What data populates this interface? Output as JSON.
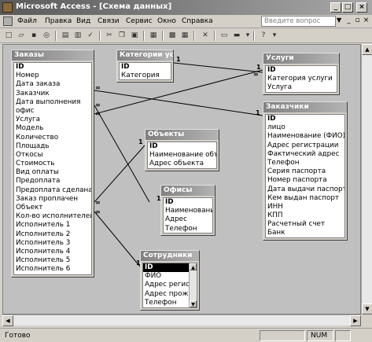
{
  "window": {
    "title": "Microsoft Access - [Схема данных]"
  },
  "menu": {
    "items": [
      "Файл",
      "Правка",
      "Вид",
      "Связи",
      "Сервис",
      "Окно",
      "Справка"
    ],
    "ask_placeholder": "Введите вопрос"
  },
  "tables": {
    "orders": {
      "title": "Заказы",
      "fields": [
        "ID",
        "Номер",
        "Дата заказа",
        "Заказчик",
        "Дата выполнения",
        "офис",
        "Услуга",
        "Модель",
        "Количество",
        "Площадь",
        "Откосы",
        "Стоимость",
        "Вид оплаты",
        "Предоплата",
        "Предоплата сделана",
        "Заказ проплачен",
        "Объект",
        "Кол-во исполнителей",
        "Исполнитель 1",
        "Исполнитель 2",
        "Исполнитель 3",
        "Исполнитель 4",
        "Исполнитель 5",
        "Исполнитель 6"
      ]
    },
    "categories": {
      "title": "Категории ус...",
      "fields": [
        "ID",
        "Категория"
      ]
    },
    "services": {
      "title": "Услуги",
      "fields": [
        "ID",
        "Категория услуги",
        "Услуга"
      ]
    },
    "customers": {
      "title": "Заказчики",
      "fields": [
        "ID",
        "лицо",
        "Наименование (ФИО)",
        "Адрес регистрации",
        "Фактический адрес",
        "Телефон",
        "Серия паспорта",
        "Номер паспорта",
        "Дата выдачи паспорта",
        "Кем выдан паспорт",
        "ИНН",
        "КПП",
        "Расчетный счет",
        "Банк"
      ]
    },
    "objects": {
      "title": "Объекты",
      "fields": [
        "ID",
        "Наименование объекта",
        "Адрес объекта"
      ]
    },
    "offices": {
      "title": "Офисы",
      "fields": [
        "ID",
        "Наименование",
        "Адрес",
        "Телефон"
      ]
    },
    "employees": {
      "title": "Сотрудники",
      "fields": [
        "ID",
        "ФИО",
        "Адрес регист",
        "Адрес прожи",
        "Телефон"
      ]
    }
  },
  "relations": {
    "one_label": "1",
    "many_label": "∞"
  },
  "status": {
    "text": "Готово",
    "num": "NUM"
  }
}
